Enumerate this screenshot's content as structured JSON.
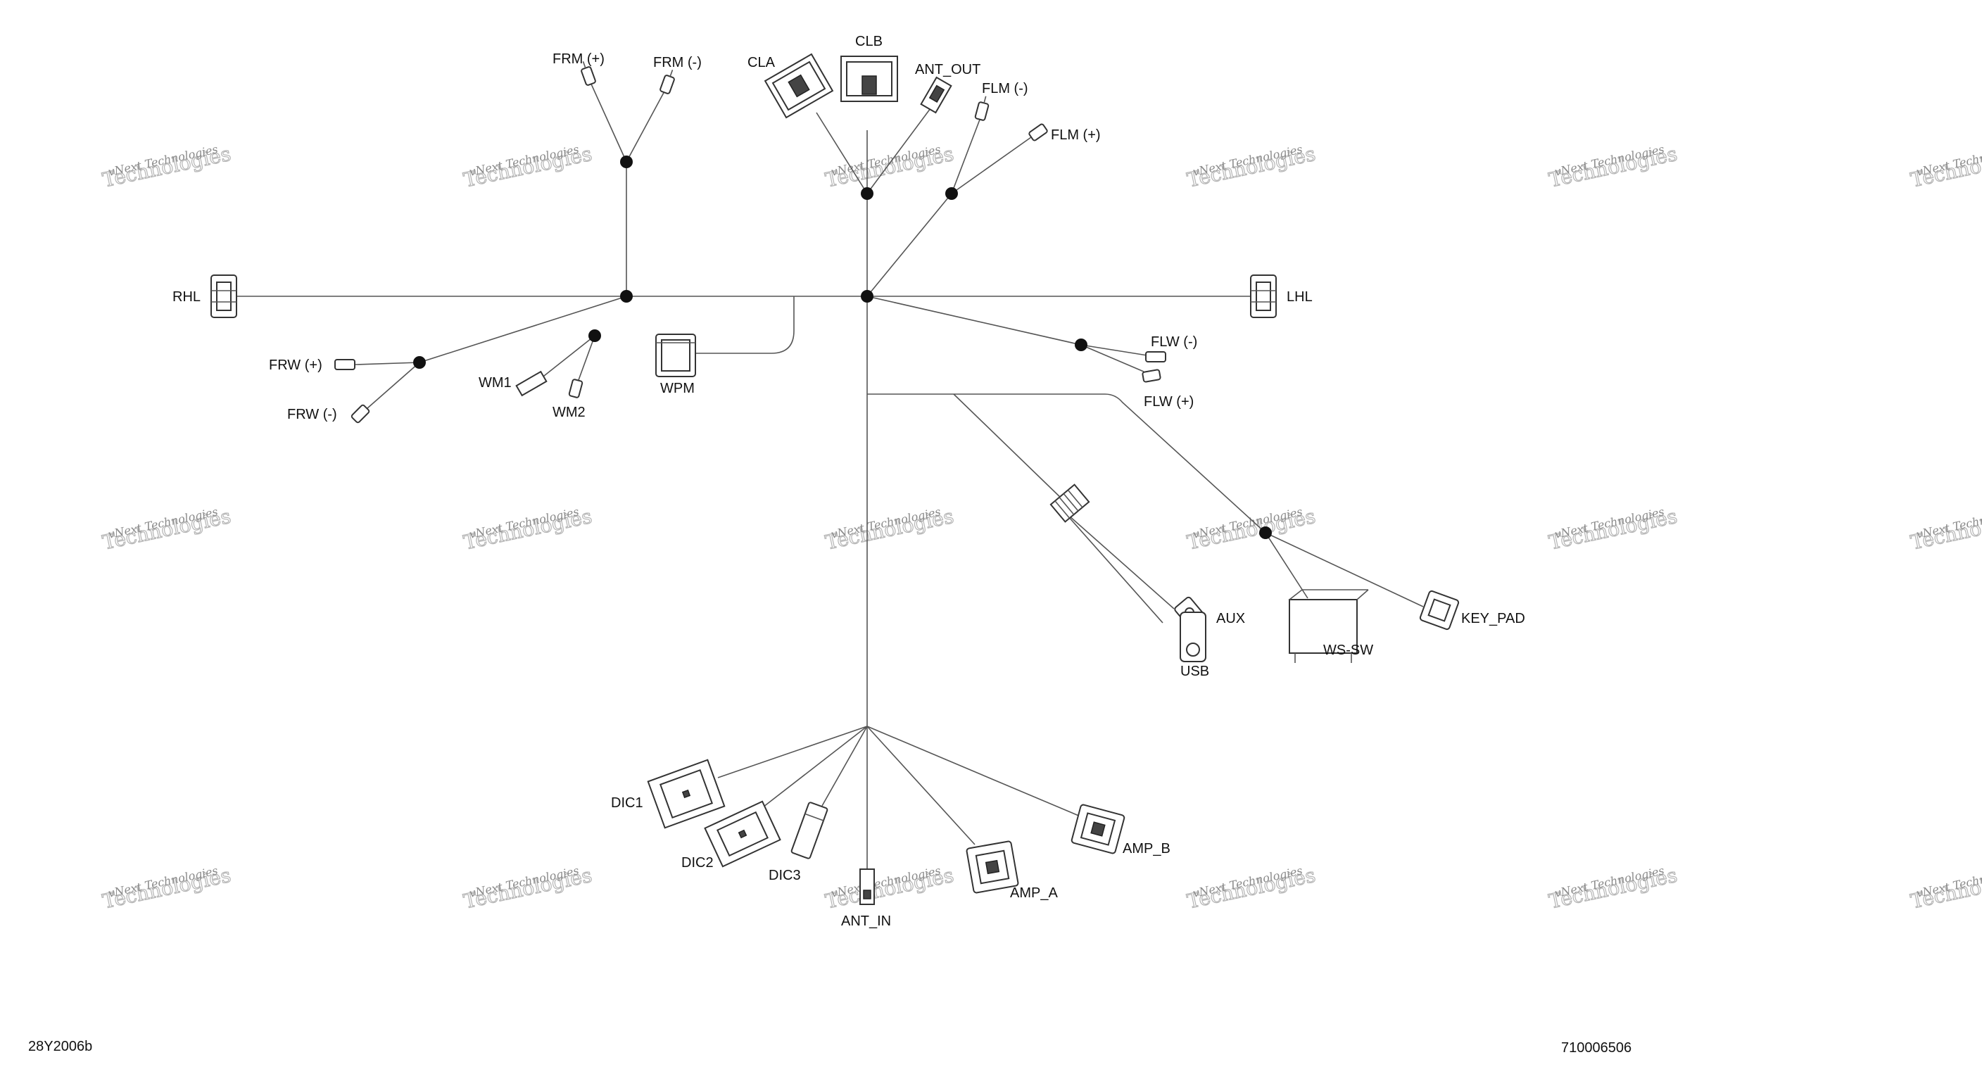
{
  "labels": {
    "frm_pos": "FRM (+)",
    "frm_neg": "FRM (-)",
    "cla": "CLA",
    "clb": "CLB",
    "ant_out": "ANT_OUT",
    "flm_neg": "FLM (-)",
    "flm_pos": "FLM (+)",
    "rhl": "RHL",
    "lhl": "LHL",
    "frw_pos": "FRW (+)",
    "frw_neg": "FRW (-)",
    "wm1": "WM1",
    "wm2": "WM2",
    "wpm": "WPM",
    "flw_neg": "FLW (-)",
    "flw_pos": "FLW (+)",
    "aux": "AUX",
    "usb": "USB",
    "ws_sw": "WS-SW",
    "key_pad": "KEY_PAD",
    "dic1": "DIC1",
    "dic2": "DIC2",
    "dic3": "DIC3",
    "ant_in": "ANT_IN",
    "amp_a": "AMP_A",
    "amp_b": "AMP_B"
  },
  "watermark": {
    "line1": "vNext Technologies",
    "line2": "Technologies"
  },
  "footer": {
    "left_code": "28Y2006b",
    "right_code": "710006506"
  }
}
